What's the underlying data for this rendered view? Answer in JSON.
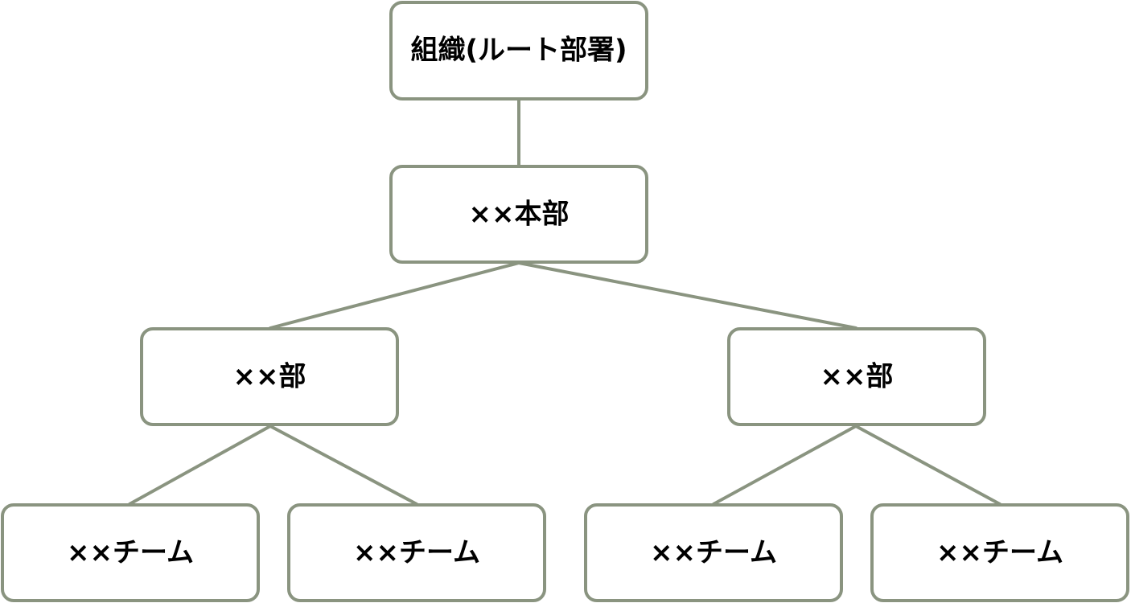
{
  "diagram": {
    "nodes": [
      {
        "id": "root",
        "label": "組織(ルート部署)"
      },
      {
        "id": "hq",
        "label": "××本部"
      },
      {
        "id": "dept_left",
        "label": "××部"
      },
      {
        "id": "dept_right",
        "label": "××部"
      },
      {
        "id": "team_1",
        "label": "××チーム"
      },
      {
        "id": "team_2",
        "label": "××チーム"
      },
      {
        "id": "team_3",
        "label": "××チーム"
      },
      {
        "id": "team_4",
        "label": "××チーム"
      }
    ],
    "edges": [
      {
        "from": "root",
        "to": "hq"
      },
      {
        "from": "hq",
        "to": "dept_left"
      },
      {
        "from": "hq",
        "to": "dept_right"
      },
      {
        "from": "dept_left",
        "to": "team_1"
      },
      {
        "from": "dept_left",
        "to": "team_2"
      },
      {
        "from": "dept_right",
        "to": "team_3"
      },
      {
        "from": "dept_right",
        "to": "team_4"
      }
    ]
  },
  "style": {
    "line_color": "#8a9480",
    "box_fill": "#ffffff",
    "text_color": "#000000"
  }
}
